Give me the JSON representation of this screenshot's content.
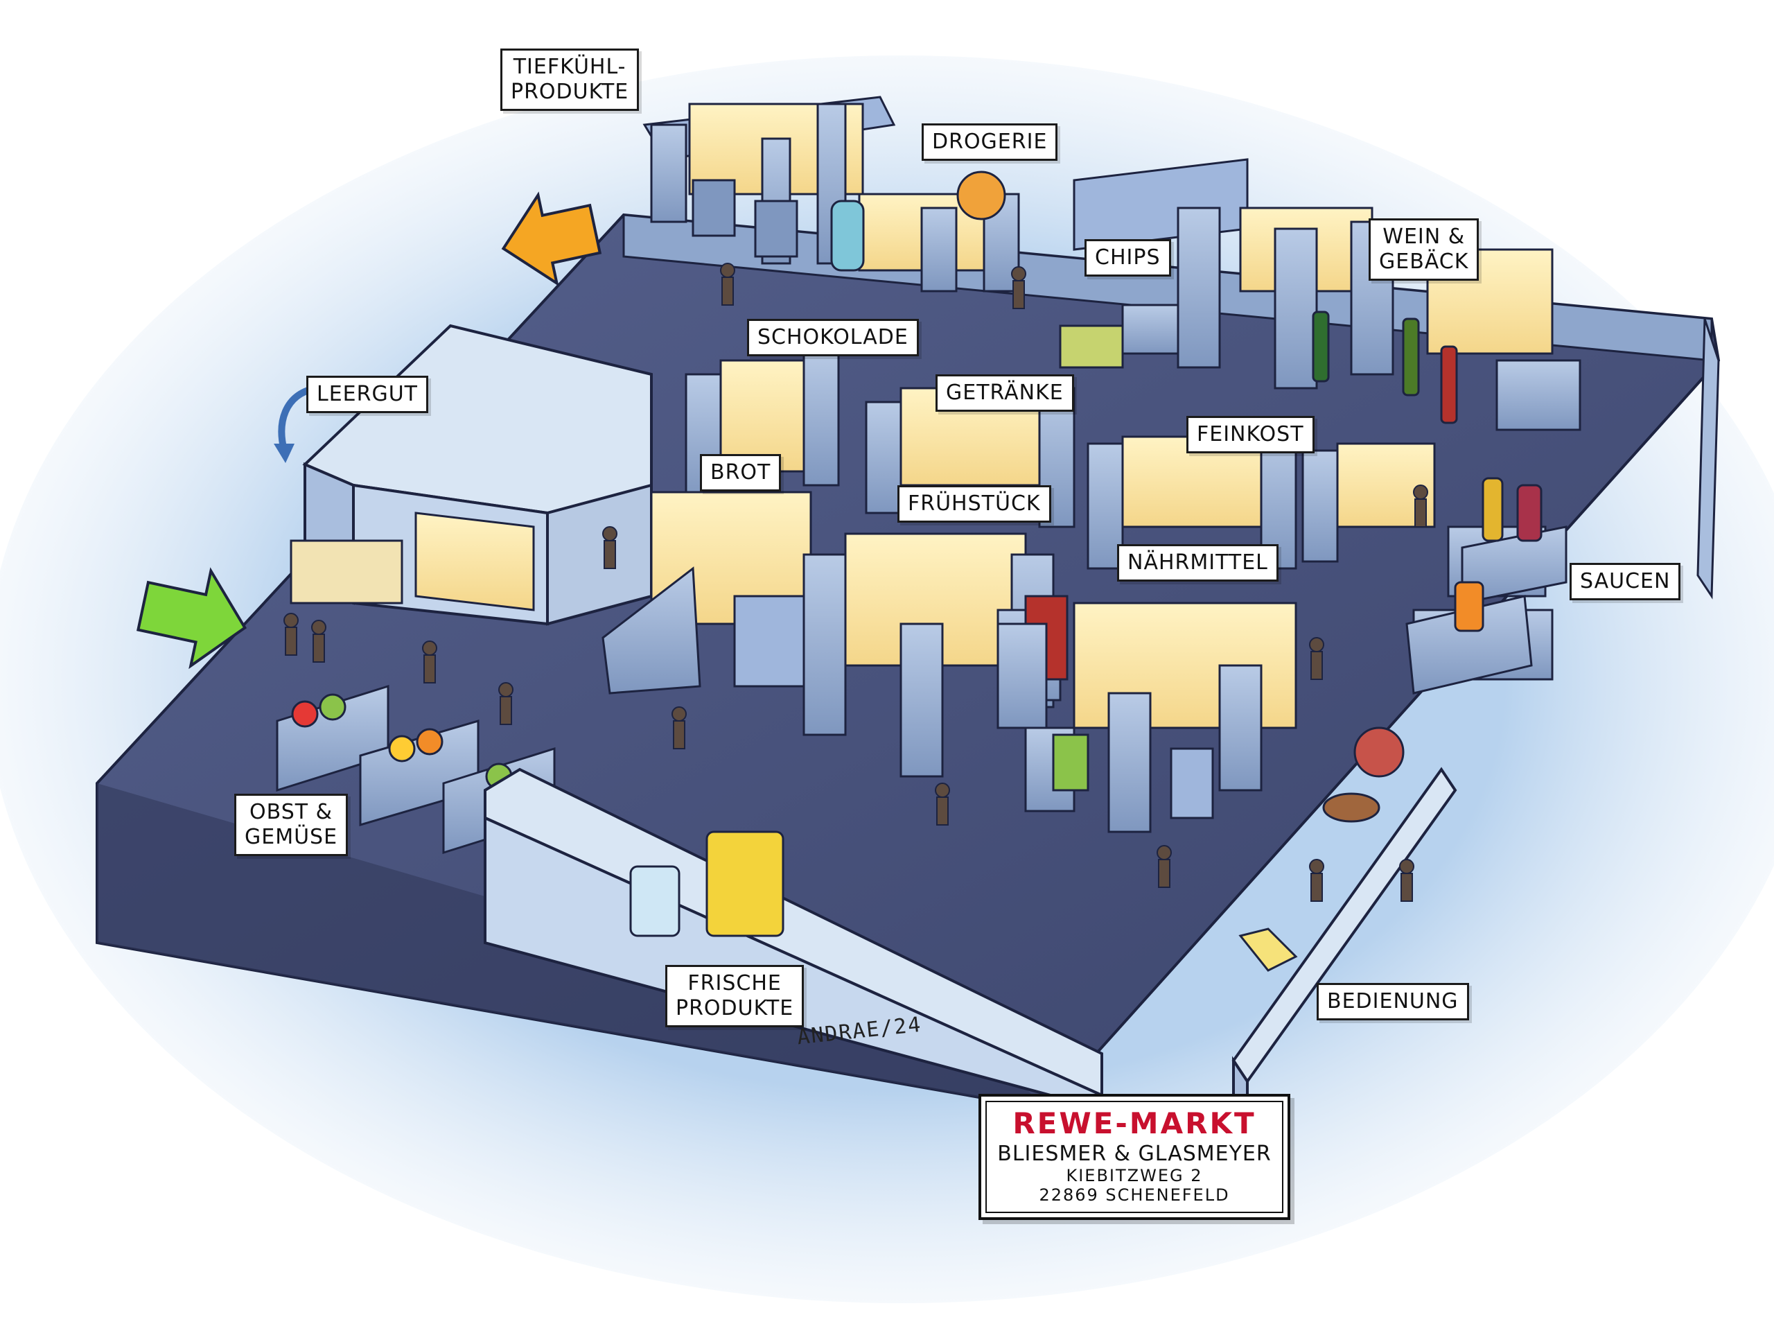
{
  "map": {
    "sections": {
      "tiefkuehl": "TIEFKÜHL-\nPRODUKTE",
      "drogerie": "DROGERIE",
      "chips": "CHIPS",
      "wein": "WEIN &\nGEBÄCK",
      "leergut": "LEERGUT",
      "schokolade": "SCHOKOLADE",
      "getraenke": "GETRÄNKE",
      "feinkost": "FEINKOST",
      "brot": "BROT",
      "fruehstueck": "FRÜHSTÜCK",
      "naehrmittel": "NÄHRMITTEL",
      "saucen": "SAUCEN",
      "obst": "OBST &\nGEMÜSE",
      "frische": "FRISCHE\nPRODUKTE",
      "bedienung": "BEDIENUNG"
    },
    "signature": "ANDRAE/24",
    "colors": {
      "floor": "#46507a",
      "shelf": "#a9bede",
      "shelf_dark": "#6d84ab",
      "halo": "#cfe2f4",
      "entry_arrow": "#7ed63a",
      "exit_arrow": "#f5a623",
      "accent_red": "#c8102e"
    }
  },
  "store": {
    "name": "REWE-MARKT",
    "owners": "BLIESMER & GLASMEYER",
    "street": "KIEBITZWEG 2",
    "city": "22869 SCHENEFELD"
  }
}
